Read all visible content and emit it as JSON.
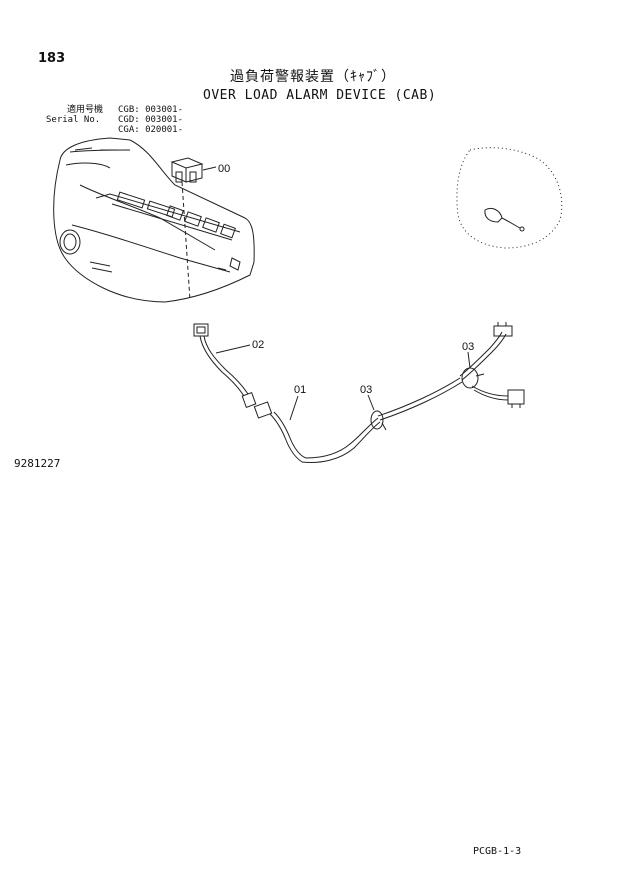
{
  "page_number": "183",
  "title_jp": "過負荷警報装置（ｷｬﾌﾞ）",
  "title_en": "OVER LOAD ALARM DEVICE (CAB)",
  "applicability": {
    "label_jp": "適用号機",
    "label_en": "Serial No.",
    "codes": [
      "CGB: 003001-",
      "CGD: 003001-",
      "CGA: 020001-"
    ]
  },
  "callouts": {
    "switch": "00",
    "harness_upper": "02",
    "harness_main": "01",
    "clamp_center": "03",
    "clamp_right": "03"
  },
  "figure_number": "9281227",
  "footer_code": "PCGB-1-3"
}
